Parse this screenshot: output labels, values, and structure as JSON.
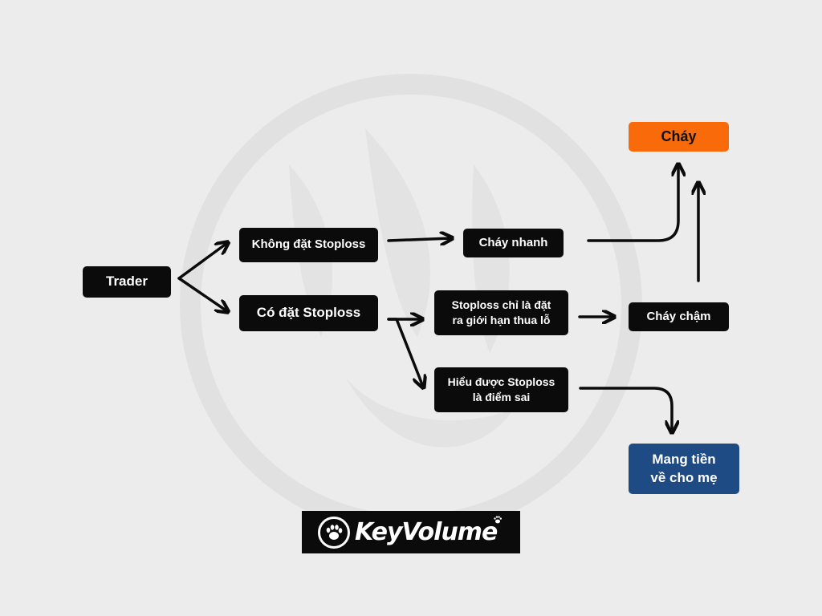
{
  "colors": {
    "background": "#ececec",
    "node_fill": "#0b0b0b",
    "node_text": "#ffffff",
    "chay_fill": "#f86a0a",
    "mang_fill": "#1f4b84",
    "watermark": "#e1e1e1"
  },
  "nodes": {
    "trader": "Trader",
    "khong_dat_stoploss": "Không đặt Stoploss",
    "co_dat_stoploss": "Có đặt Stoploss",
    "chay_nhanh": "Cháy nhanh",
    "stoploss_chi_line1": "Stoploss chỉ là đặt",
    "stoploss_chi_line2": "ra giới hạn thua lỗ",
    "hieu_duoc_line1": "Hiểu được Stoploss",
    "hieu_duoc_line2": "là điểm sai",
    "chay_cham": "Cháy chậm",
    "chay": "Cháy",
    "mang_tien_line1": "Mang tiền",
    "mang_tien_line2": "về cho mẹ"
  },
  "edges": [
    {
      "from": "trader",
      "to": "khong_dat_stoploss"
    },
    {
      "from": "trader",
      "to": "co_dat_stoploss"
    },
    {
      "from": "khong_dat_stoploss",
      "to": "chay_nhanh"
    },
    {
      "from": "co_dat_stoploss",
      "to": "stoploss_chi"
    },
    {
      "from": "co_dat_stoploss",
      "to": "hieu_duoc"
    },
    {
      "from": "stoploss_chi",
      "to": "chay_cham"
    },
    {
      "from": "chay_nhanh",
      "to": "chay"
    },
    {
      "from": "chay_cham",
      "to": "chay"
    },
    {
      "from": "hieu_duoc",
      "to": "mang_tien"
    }
  ],
  "logo": {
    "icon": "paw-claw-icon",
    "text": "KeyVolume"
  }
}
